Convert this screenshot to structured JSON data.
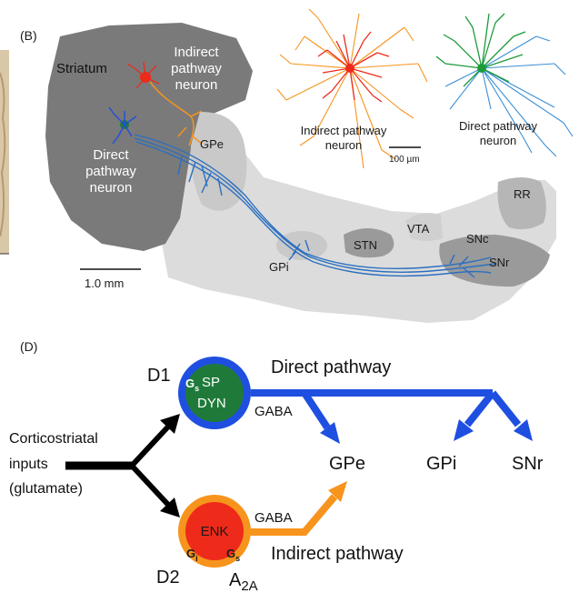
{
  "panel_b": {
    "label": "(B)",
    "striatum": "Striatum",
    "indirect_neuron": [
      "Indirect",
      "pathway",
      "neuron"
    ],
    "direct_neuron": [
      "Direct",
      "pathway",
      "neuron"
    ],
    "gpe": "GPe",
    "gpi": "GPi",
    "stn": "STN",
    "vta": "VTA",
    "snc": "SNc",
    "snr": "SNr",
    "rr": "RR",
    "scale_main": "1.0 mm",
    "scale_inset": "100 µm",
    "inset_indirect": [
      "Indirect pathway",
      "neuron"
    ],
    "inset_direct": [
      "Direct pathway",
      "neuron"
    ]
  },
  "panel_d": {
    "label": "(D)",
    "d1": "D1",
    "gs_top": "G",
    "gs_top_sub": "s",
    "sp": "SP",
    "dyn": "DYN",
    "gaba_top": "GABA",
    "direct_pathway": "Direct pathway",
    "inputs": [
      "Corticostriatal",
      "inputs",
      "(glutamate)"
    ],
    "gpe": "GPe",
    "gpi": "GPi",
    "snr": "SNr",
    "enk": "ENK",
    "gi": "G",
    "gi_sub": "i",
    "gs_bottom": "G",
    "gs_bottom_sub": "s",
    "gaba_bottom": "GABA",
    "indirect_pathway": "Indirect pathway",
    "d2": "D2",
    "a2a": "A",
    "a2a_sub": "2A"
  },
  "colors": {
    "striatum_dark": "#7a7a7a",
    "gp_light": "#c9c9c9",
    "brain_light": "#dcdcdc",
    "stn_gray": "#9a9a9a",
    "direct_blue": "#1f4fe0",
    "axon_blue": "#2a6fc0",
    "indirect_orange": "#f7941d",
    "indirect_red": "#ee2a1b",
    "d1_green": "#1f7a3a",
    "inset_green": "#1d9a3a",
    "inset_blue": "#3a8fd6"
  }
}
